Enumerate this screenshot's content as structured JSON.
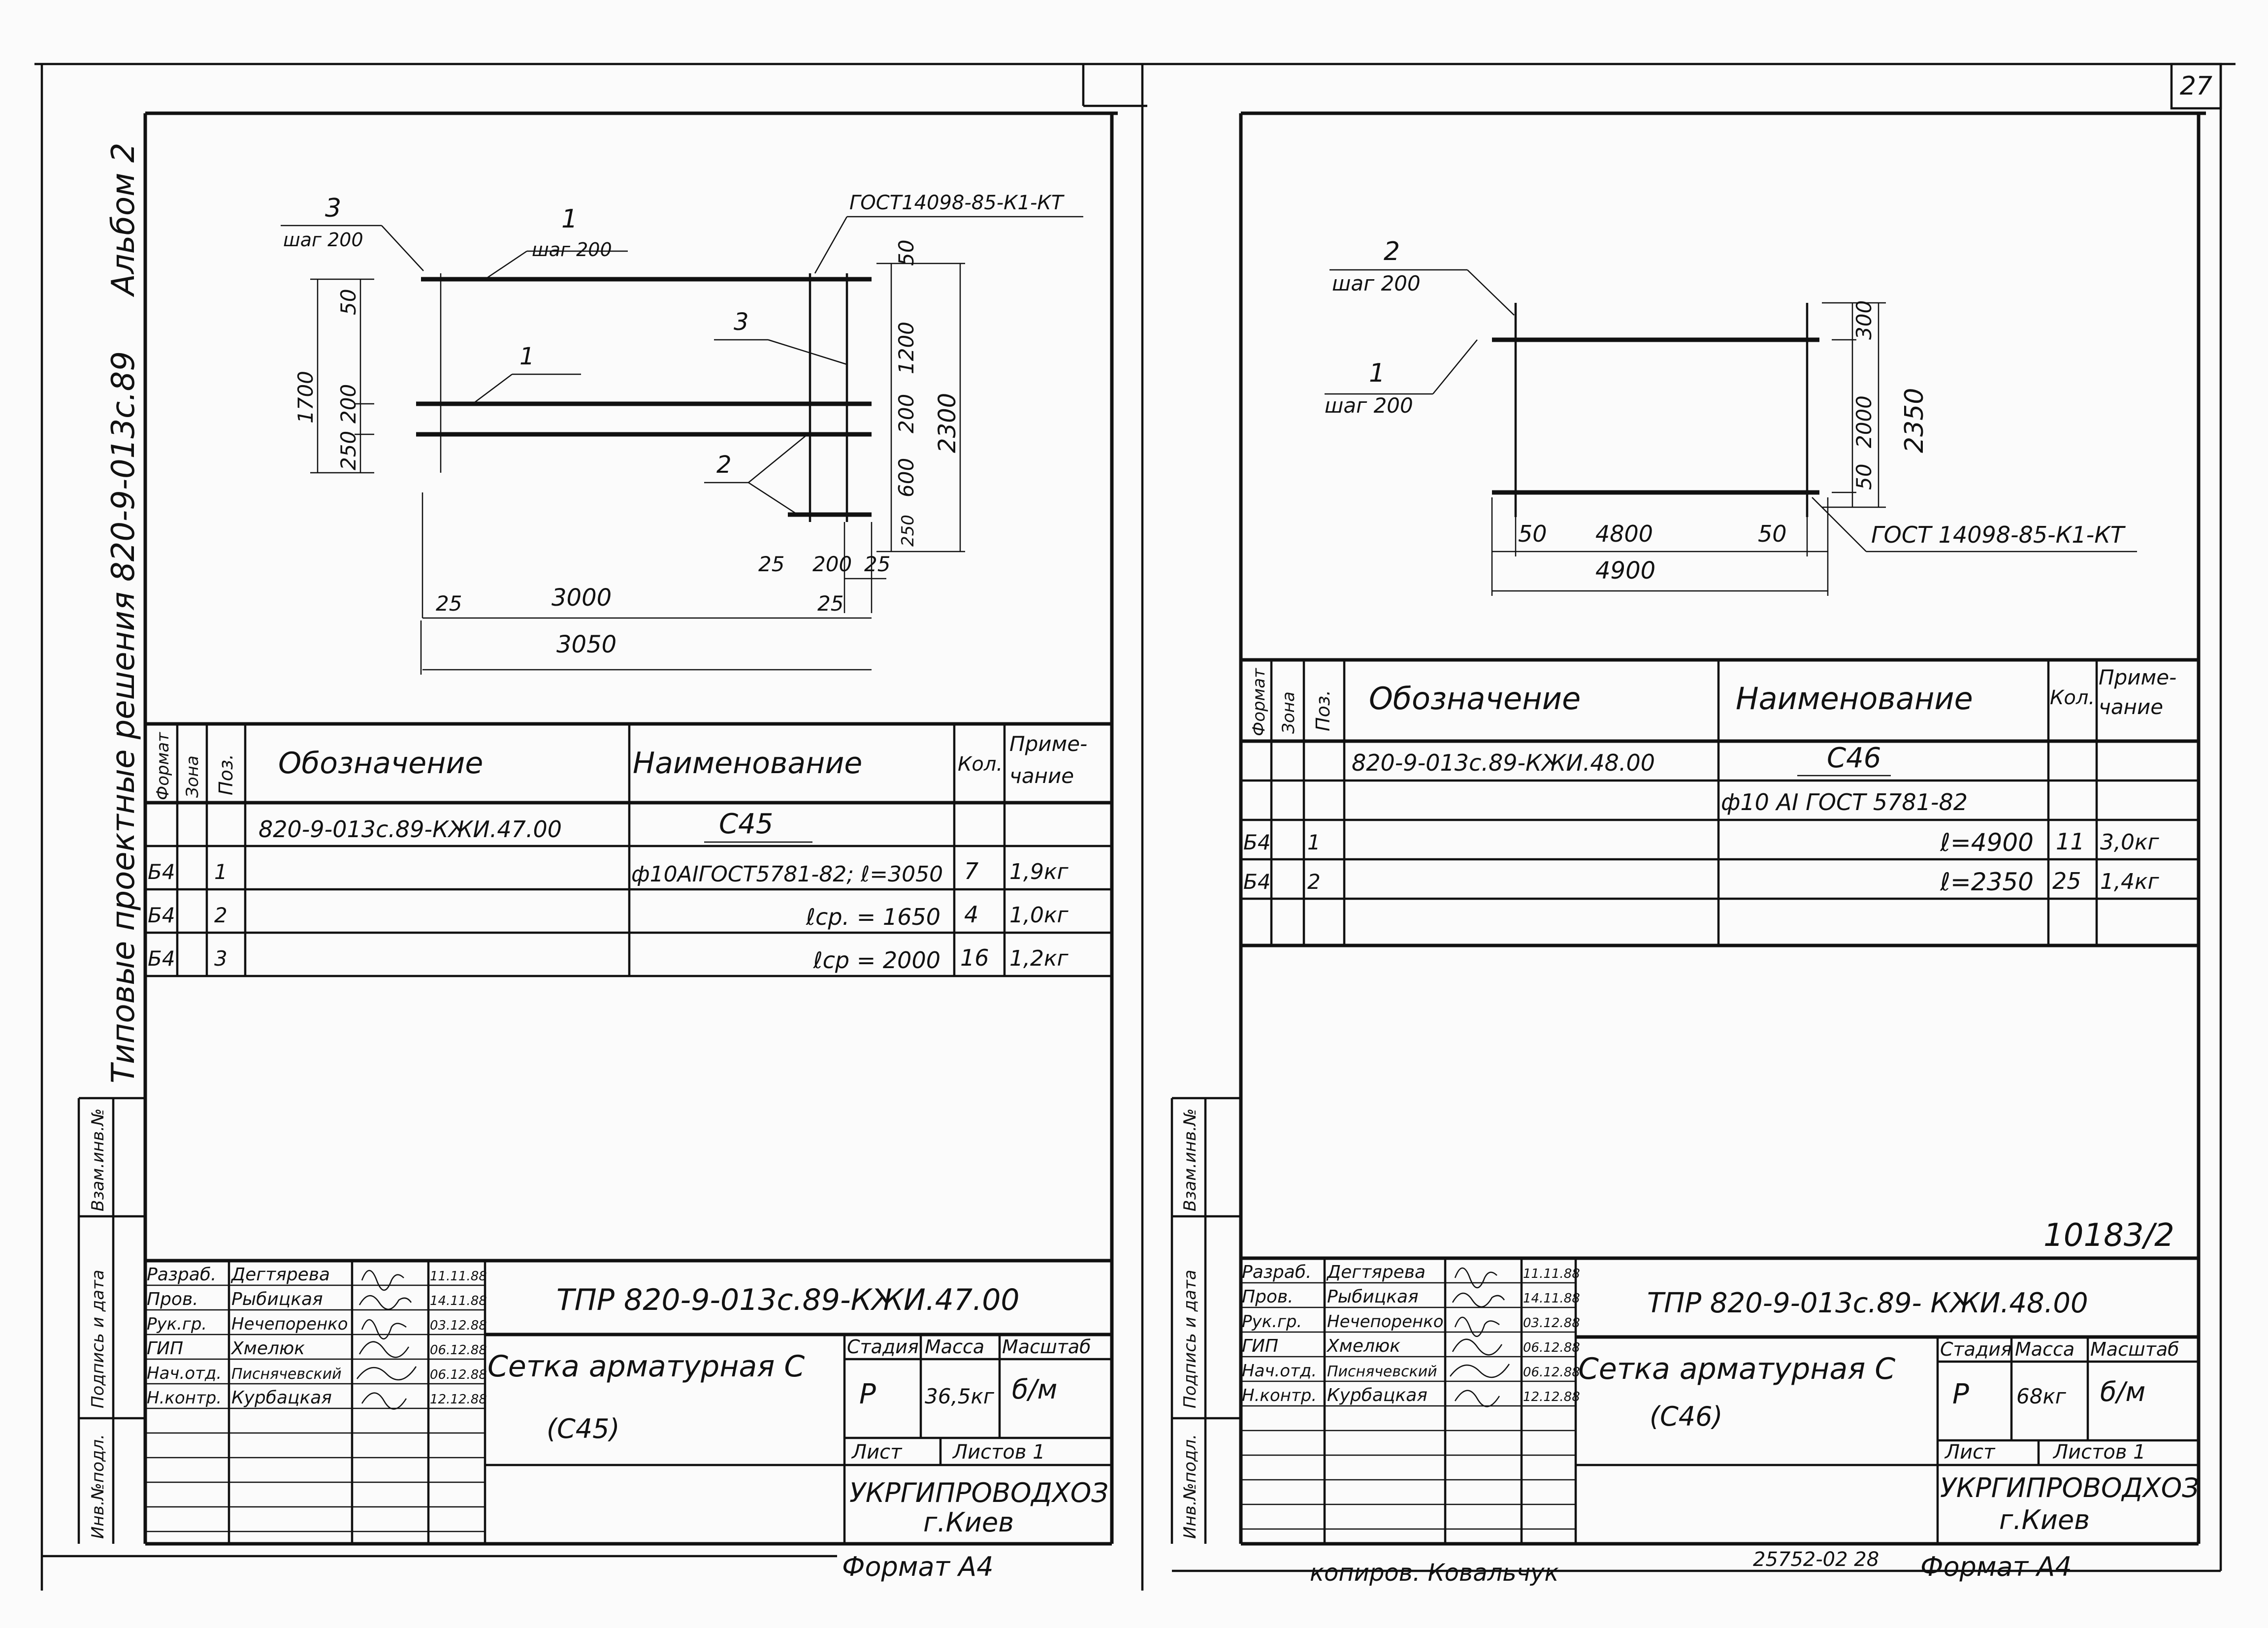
{
  "page_number": "27",
  "album_label": "Альбом 2",
  "album_label_extra": "Типовые проектные решения 820-9-013с.89",
  "side_labels": {
    "vzam": "Взам.инв.№",
    "podpis": "Подпись и дата",
    "inv": "Инв.№подл."
  },
  "left_sheet": {
    "drawing": {
      "pos3_num": "3",
      "pos3_step": "шаг 200",
      "pos1_num": "1",
      "pos1_step": "шаг 200",
      "gost": "ГОСТ14098-85-К1-КТ",
      "leader3": "3",
      "leader1": "1",
      "leader2": "2",
      "dim_left": [
        "50",
        "200",
        "250"
      ],
      "dim_left_total": "1700",
      "dim_right": [
        "50",
        "1200",
        "200",
        "600",
        "250"
      ],
      "dim_right_total": "2300",
      "dim_bottom_a": "25",
      "dim_bottom_len": "3000",
      "dim_bottom_total": "3050",
      "dim_bottom_b1": "25",
      "dim_bottom_b2": "200",
      "dim_bottom_b3": "25",
      "dim_bottom_b4": "25"
    },
    "spec": {
      "headers": {
        "format": "Формат",
        "zone": "Зона",
        "pos": "Поз.",
        "designation": "Обозначение",
        "name": "Наименование",
        "qty": "Кол.",
        "note_1": "Приме-",
        "note_2": "чание"
      },
      "rows": [
        {
          "format": "",
          "pos": "",
          "designation": "820-9-013с.89-КЖИ.47.00",
          "name": "С45",
          "qty": "",
          "note": ""
        },
        {
          "format": "Б4",
          "pos": "1",
          "designation": "",
          "name": "ф10АIГОСТ5781-82; ℓ=3050",
          "qty": "7",
          "note": "1,9кг"
        },
        {
          "format": "Б4",
          "pos": "2",
          "designation": "",
          "name": "ℓср. = 1650",
          "qty": "4",
          "note": "1,0кг"
        },
        {
          "format": "Б4",
          "pos": "3",
          "designation": "",
          "name": "ℓср = 2000",
          "qty": "16",
          "note": "1,2кг"
        }
      ]
    },
    "title_block": {
      "doc_code": "ТПР 820-9-013с.89-КЖИ.47.00",
      "title_1": "Сетка арматурная С",
      "title_2": "(С45)",
      "hdr_stage": "Стадия",
      "hdr_mass": "Масса",
      "hdr_scale": "Масштаб",
      "stage": "Р",
      "mass": "36,5кг",
      "scale": "б/м",
      "sheet": "Лист",
      "sheets": "Листов 1",
      "org_1": "УКРГИПРОВОДХОЗ",
      "org_2": "г.Киев",
      "people": [
        {
          "role": "Разраб.",
          "name": "Дегтярева",
          "date": "11.11.88"
        },
        {
          "role": "Пров.",
          "name": "Рыбицкая",
          "date": "14.11.88"
        },
        {
          "role": "Рук.гр.",
          "name": "Нечепоренко",
          "date": "03.12.88"
        },
        {
          "role": "ГИП",
          "name": "Хмелюк",
          "date": "06.12.88"
        },
        {
          "role": "Нач.отд.",
          "name": "Писнячевский",
          "date": "06.12.88"
        },
        {
          "role": "Н.контр.",
          "name": "Курбацкая",
          "date": "12.12.88"
        }
      ]
    },
    "format": "Формат А4"
  },
  "right_sheet": {
    "drawing": {
      "pos2_num": "2",
      "pos2_step": "шаг 200",
      "pos1_num": "1",
      "pos1_step": "шаг 200",
      "dim_right": [
        "300",
        "2000",
        "50"
      ],
      "dim_right_total": "2350",
      "dim_bottom": [
        "50",
        "4800",
        "50"
      ],
      "dim_bottom_total": "4900",
      "gost": "ГОСТ 14098-85-К1-КТ"
    },
    "spec": {
      "headers": {
        "format": "Формат",
        "zone": "Зона",
        "pos": "Поз.",
        "designation": "Обозначение",
        "name": "Наименование",
        "qty": "Кол.",
        "note_1": "Приме-",
        "note_2": "чание"
      },
      "rows": [
        {
          "format": "",
          "pos": "",
          "designation": "820-9-013с.89-КЖИ.48.00",
          "name": "С46",
          "qty": "",
          "note": ""
        },
        {
          "format": "",
          "pos": "",
          "designation": "",
          "name": "ф10 АI ГОСТ 5781-82",
          "qty": "",
          "note": ""
        },
        {
          "format": "Б4",
          "pos": "1",
          "designation": "",
          "name": "ℓ=4900",
          "qty": "11",
          "note": "3,0кг"
        },
        {
          "format": "Б4",
          "pos": "2",
          "designation": "",
          "name": "ℓ=2350",
          "qty": "25",
          "note": "1,4кг"
        }
      ]
    },
    "archive_no": "10183/2",
    "title_block": {
      "doc_code": "ТПР 820-9-013с.89- КЖИ.48.00",
      "title_1": "Сетка арматурная С",
      "title_2": "(С46)",
      "hdr_stage": "Стадия",
      "hdr_mass": "Масса",
      "hdr_scale": "Масштаб",
      "stage": "Р",
      "mass": "68кг",
      "scale": "б/м",
      "sheet": "Лист",
      "sheets": "Листов 1",
      "org_1": "УКРГИПРОВОДХОЗ",
      "org_2": "г.Киев",
      "people": [
        {
          "role": "Разраб.",
          "name": "Дегтярева",
          "date": "11.11.88"
        },
        {
          "role": "Пров.",
          "name": "Рыбицкая",
          "date": "14.11.88"
        },
        {
          "role": "Рук.гр.",
          "name": "Нечепоренко",
          "date": "03.12.88"
        },
        {
          "role": "ГИП",
          "name": "Хмелюк",
          "date": "06.12.88"
        },
        {
          "role": "Нач.отд.",
          "name": "Писнячевский",
          "date": "06.12.88"
        },
        {
          "role": "Н.контр.",
          "name": "Курбацкая",
          "date": "12.12.88"
        }
      ]
    },
    "copied_by": "копиров. Ковальчук",
    "stamp_no": "25752-02 28",
    "format": "Формат А4"
  }
}
